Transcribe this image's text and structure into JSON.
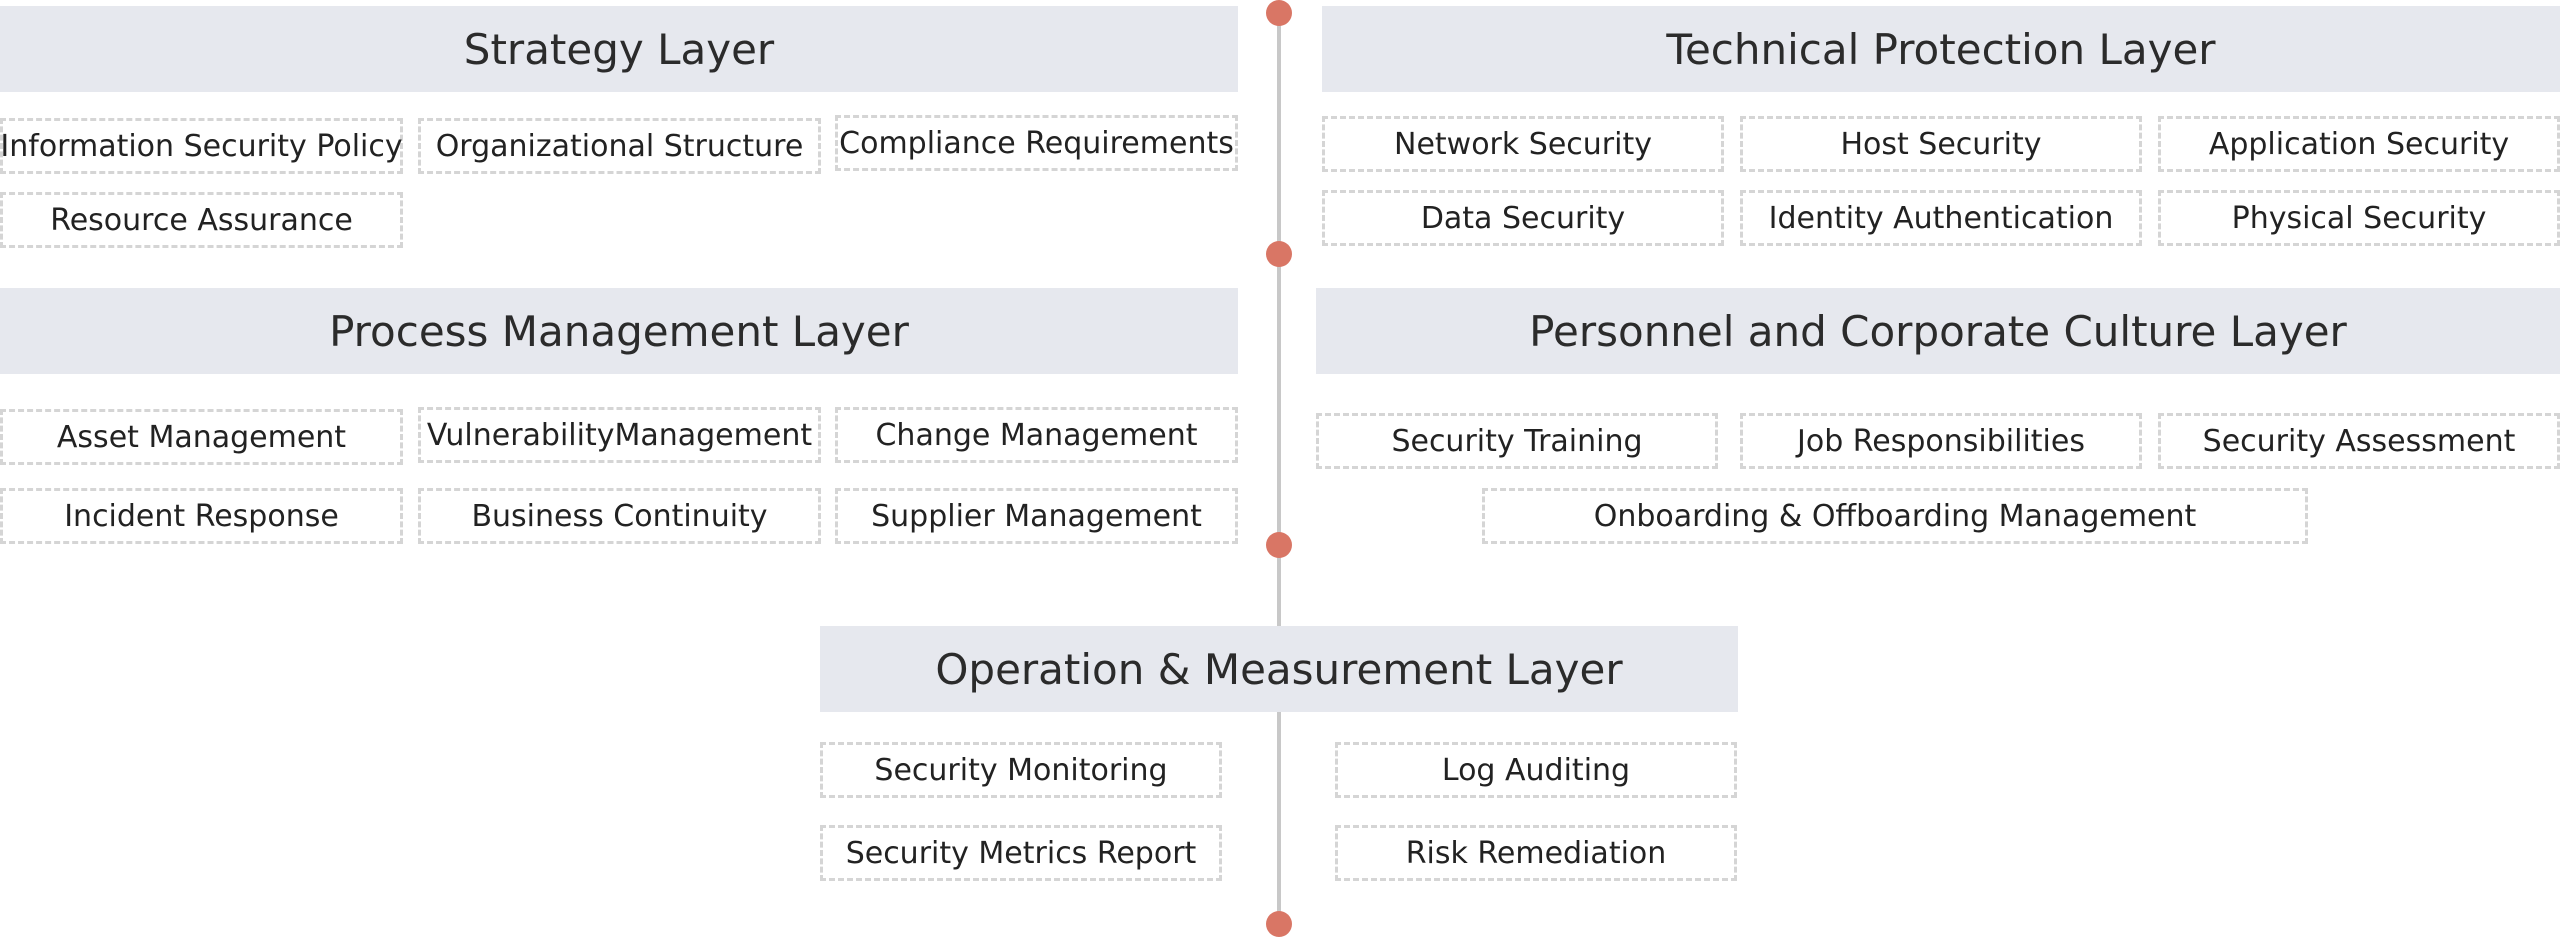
{
  "colors": {
    "axis": "#c8c8c8",
    "node": "#d97665",
    "header_bg": "#e6e8ee",
    "item_border": "#d5d5d5"
  },
  "strategy": {
    "title": "Strategy Layer",
    "items": [
      "Information Security Policy",
      "Organizational Structure",
      "Compliance Requirements",
      "Resource Assurance"
    ]
  },
  "technical": {
    "title": "Technical Protection Layer",
    "items": [
      "Network Security",
      "Host Security",
      "Application Security",
      "Data Security",
      "Identity Authentication",
      "Physical Security"
    ]
  },
  "process": {
    "title": "Process Management Layer",
    "items": [
      "Asset Management",
      "VulnerabilityManagement",
      "Change Management",
      "Incident Response",
      "Business Continuity",
      "Supplier Management"
    ]
  },
  "personnel": {
    "title": "Personnel and Corporate Culture Layer",
    "items": [
      "Security Training",
      "Job Responsibilities",
      "Security Assessment",
      "Onboarding & Offboarding Management"
    ]
  },
  "operation": {
    "title": "Operation & Measurement Layer",
    "items": [
      "Security Monitoring",
      "Log Auditing",
      "Security Metrics Report",
      "Risk Remediation"
    ]
  }
}
